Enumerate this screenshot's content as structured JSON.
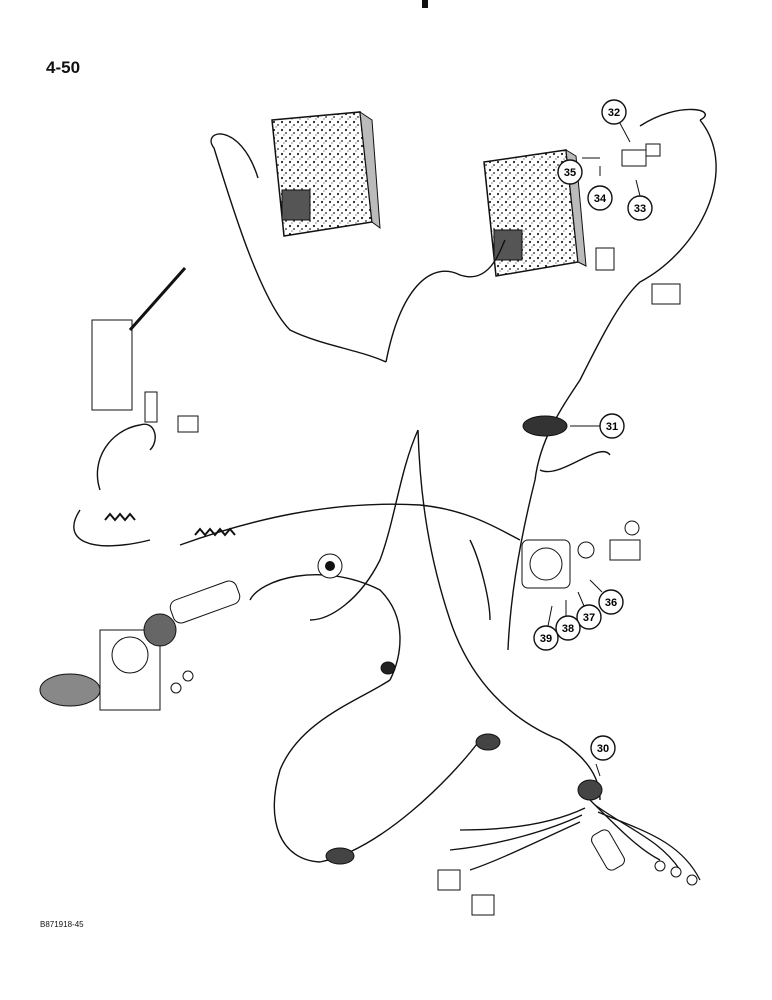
{
  "page": {
    "number": "4-50",
    "figure_code": "B871918-45"
  },
  "callouts": [
    {
      "id": "30"
    },
    {
      "id": "31"
    },
    {
      "id": "32"
    },
    {
      "id": "33"
    },
    {
      "id": "34"
    },
    {
      "id": "35"
    },
    {
      "id": "36"
    },
    {
      "id": "37"
    },
    {
      "id": "38"
    },
    {
      "id": "39"
    }
  ],
  "colors": {
    "ink": "#111111",
    "paper": "#ffffff"
  }
}
